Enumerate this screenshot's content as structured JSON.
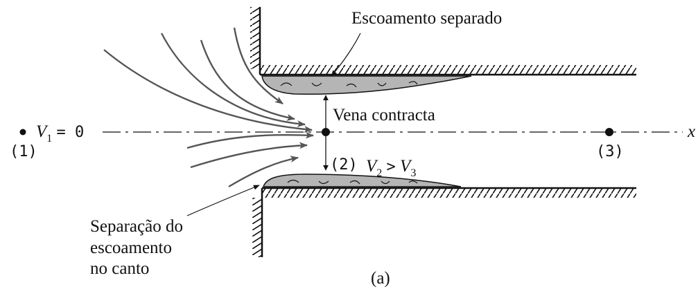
{
  "labels": {
    "escoamento_separado": "Escoamento separado",
    "vena_contracta": "Vena contracta",
    "separacao_line1": "Separação do",
    "separacao_line2": "escoamento",
    "separacao_line3": "no canto",
    "v1_symbol": "V",
    "v1_sub": "1",
    "v1_rhs": "= 0",
    "point_1": "(1)",
    "point_2": "(2)",
    "point_3": "(3)",
    "v2_symbol": "V",
    "v2_sub": "2",
    "inequality": ">",
    "v3_symbol": "V",
    "v3_sub": "3",
    "axis_label": "x",
    "caption_fragment": "(a)"
  },
  "colors": {
    "ink": "#111111",
    "separated_fill": "#b5b5b5"
  }
}
